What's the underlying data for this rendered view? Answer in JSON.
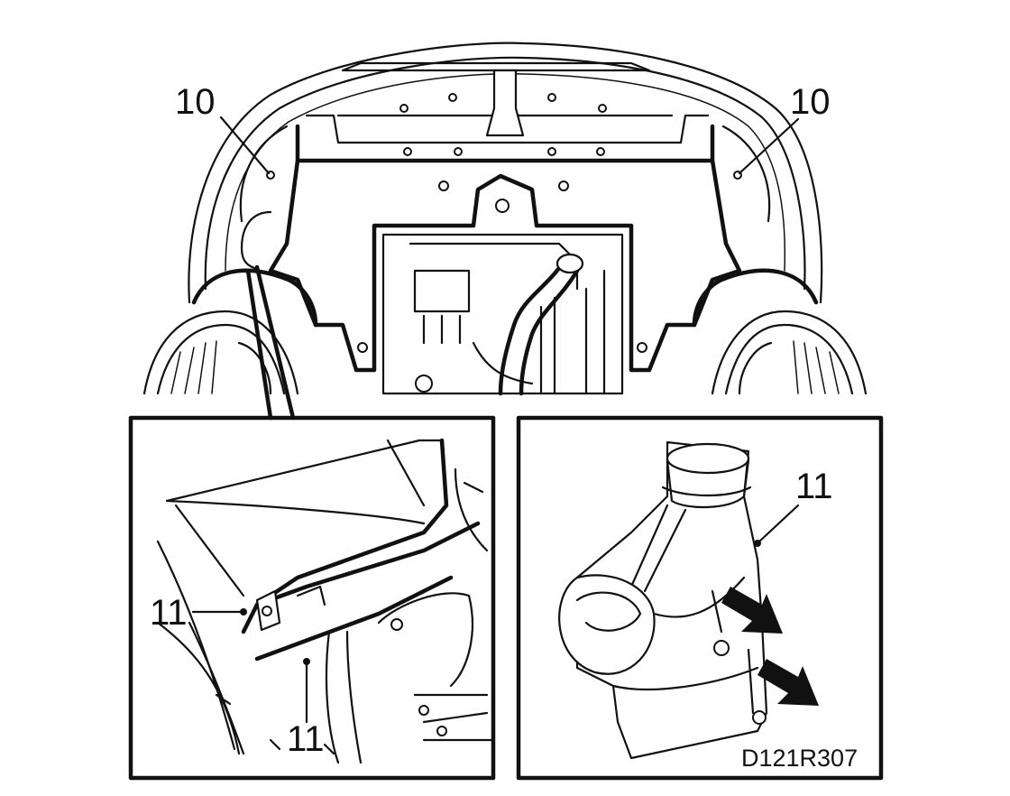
{
  "diagram": {
    "labels": {
      "top_left": "10",
      "top_right": "10",
      "left_inset_upper": "11",
      "left_inset_lower": "11",
      "right_inset": "11"
    },
    "figure_code": "D121R307"
  },
  "colors": {
    "ink": "#111111",
    "paper": "#ffffff"
  }
}
